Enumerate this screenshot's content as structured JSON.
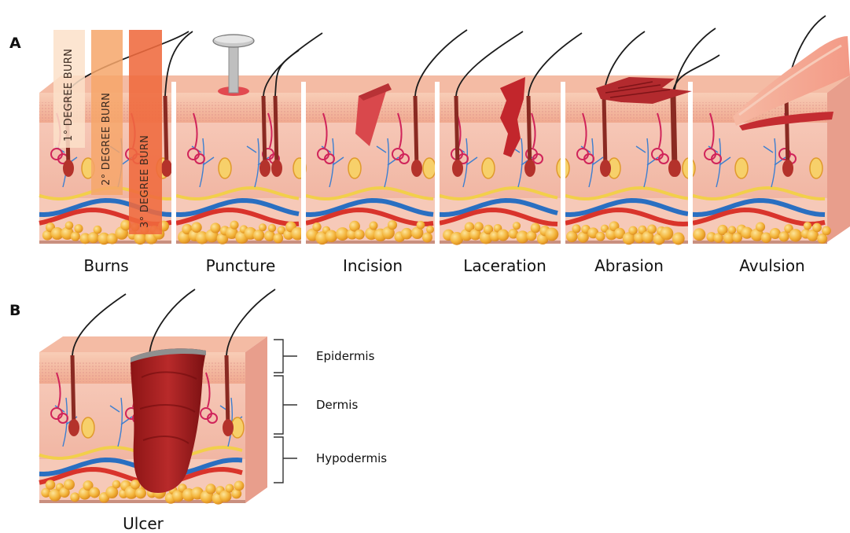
{
  "panel_a": {
    "letter": "A",
    "burn_labels": [
      "1° DEGREE BURN",
      "2° DEGREE BURN",
      "3° DEGREE BURN"
    ],
    "captions": [
      "Burns",
      "Puncture",
      "Incision",
      "Laceration",
      "Abrasion",
      "Avulsion"
    ]
  },
  "panel_b": {
    "letter": "B",
    "caption": "Ulcer",
    "layers": [
      "Epidermis",
      "Dermis",
      "Hypodermis"
    ]
  },
  "colors": {
    "epidermis": "#f3b39a",
    "dermis": "#f6c4b3",
    "fat": "#f2b23a",
    "artery": "#d9342b",
    "vein": "#2a6fc1",
    "nerve": "#f2cf4a",
    "wound": "#9d1c1e"
  }
}
